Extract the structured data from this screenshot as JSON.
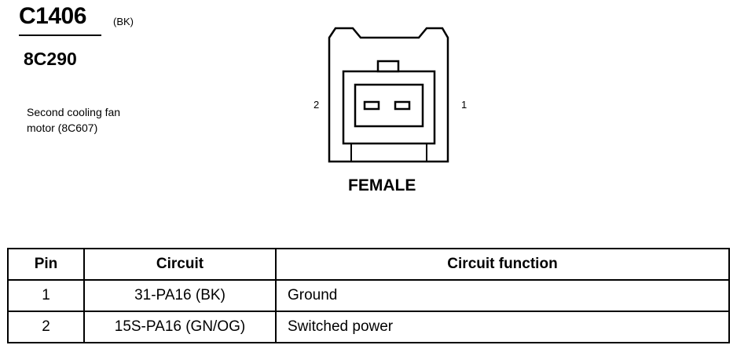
{
  "header": {
    "connector_id": "C1406",
    "color_code": "(BK)",
    "part_number": "8C290",
    "description_line1": "Second cooling fan",
    "description_line2": "motor (8C607)"
  },
  "diagram": {
    "pin_left": "2",
    "pin_right": "1",
    "gender": "FEMALE"
  },
  "table": {
    "headers": {
      "pin": "Pin",
      "circuit": "Circuit",
      "function": "Circuit function"
    },
    "rows": [
      {
        "pin": "1",
        "circuit": "31-PA16 (BK)",
        "function": "Ground"
      },
      {
        "pin": "2",
        "circuit": "15S-PA16 (GN/OG)",
        "function": "Switched power"
      }
    ]
  }
}
